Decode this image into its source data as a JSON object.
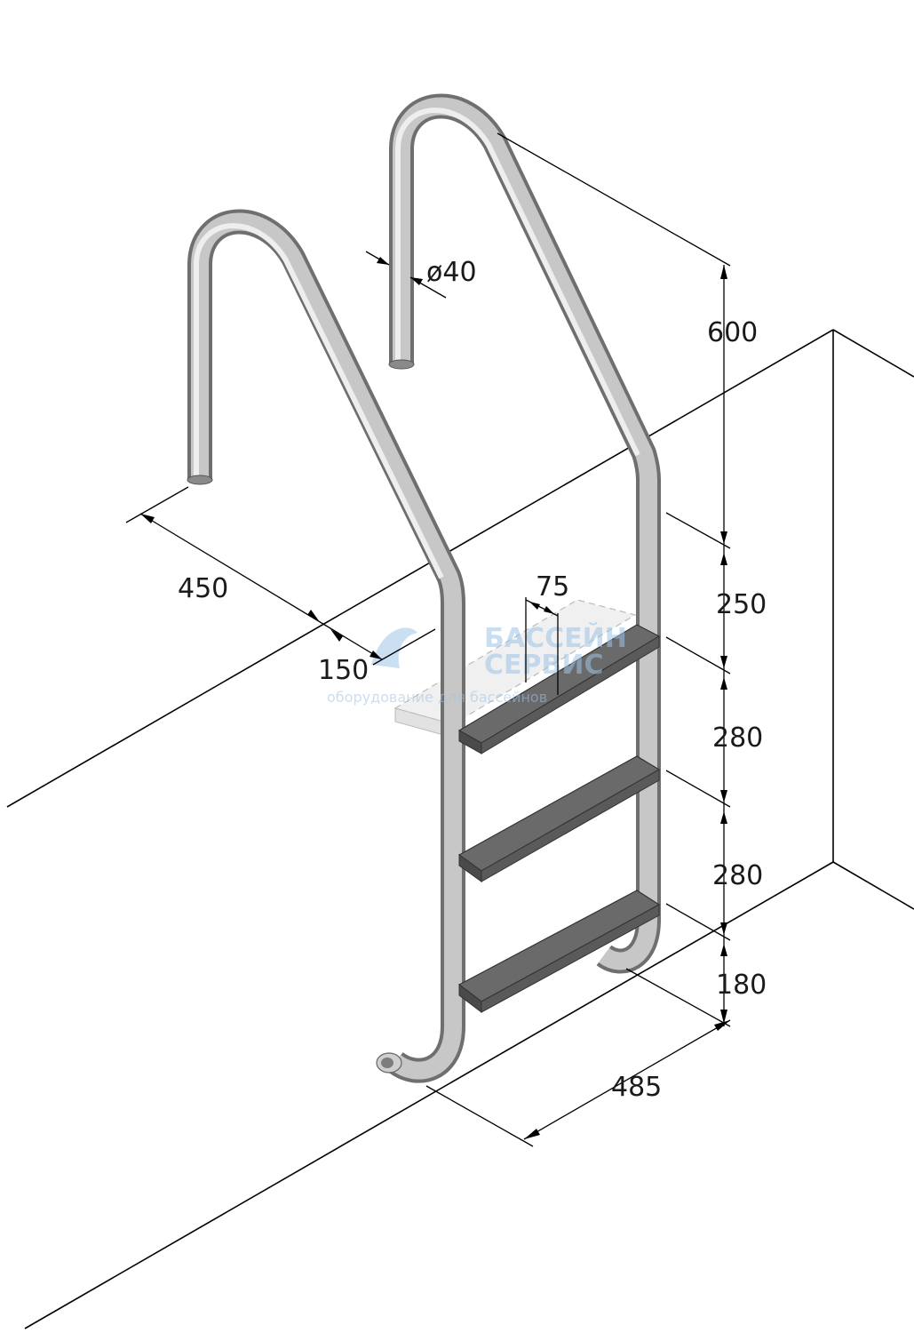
{
  "dimensions": {
    "diameter": "ø40",
    "height_top": "600",
    "width_handrails": "450",
    "offset": "150",
    "step_depth": "75",
    "step_spacing_1": "250",
    "step_spacing_2": "280",
    "step_spacing_3": "280",
    "bottom": "180",
    "width_base": "485"
  },
  "watermark": {
    "title_line1": "БАССЕЙН",
    "title_line2": "СЕРВИС",
    "subtitle": "оборудование для бассейнов"
  },
  "colors": {
    "line": "#000000",
    "tube_dark": "#6f6f6f",
    "tube_mid": "#a9a9a9",
    "tube_light": "#e4e4e4",
    "step": "#6a6a6a",
    "watermark": "#9fc4e8"
  }
}
